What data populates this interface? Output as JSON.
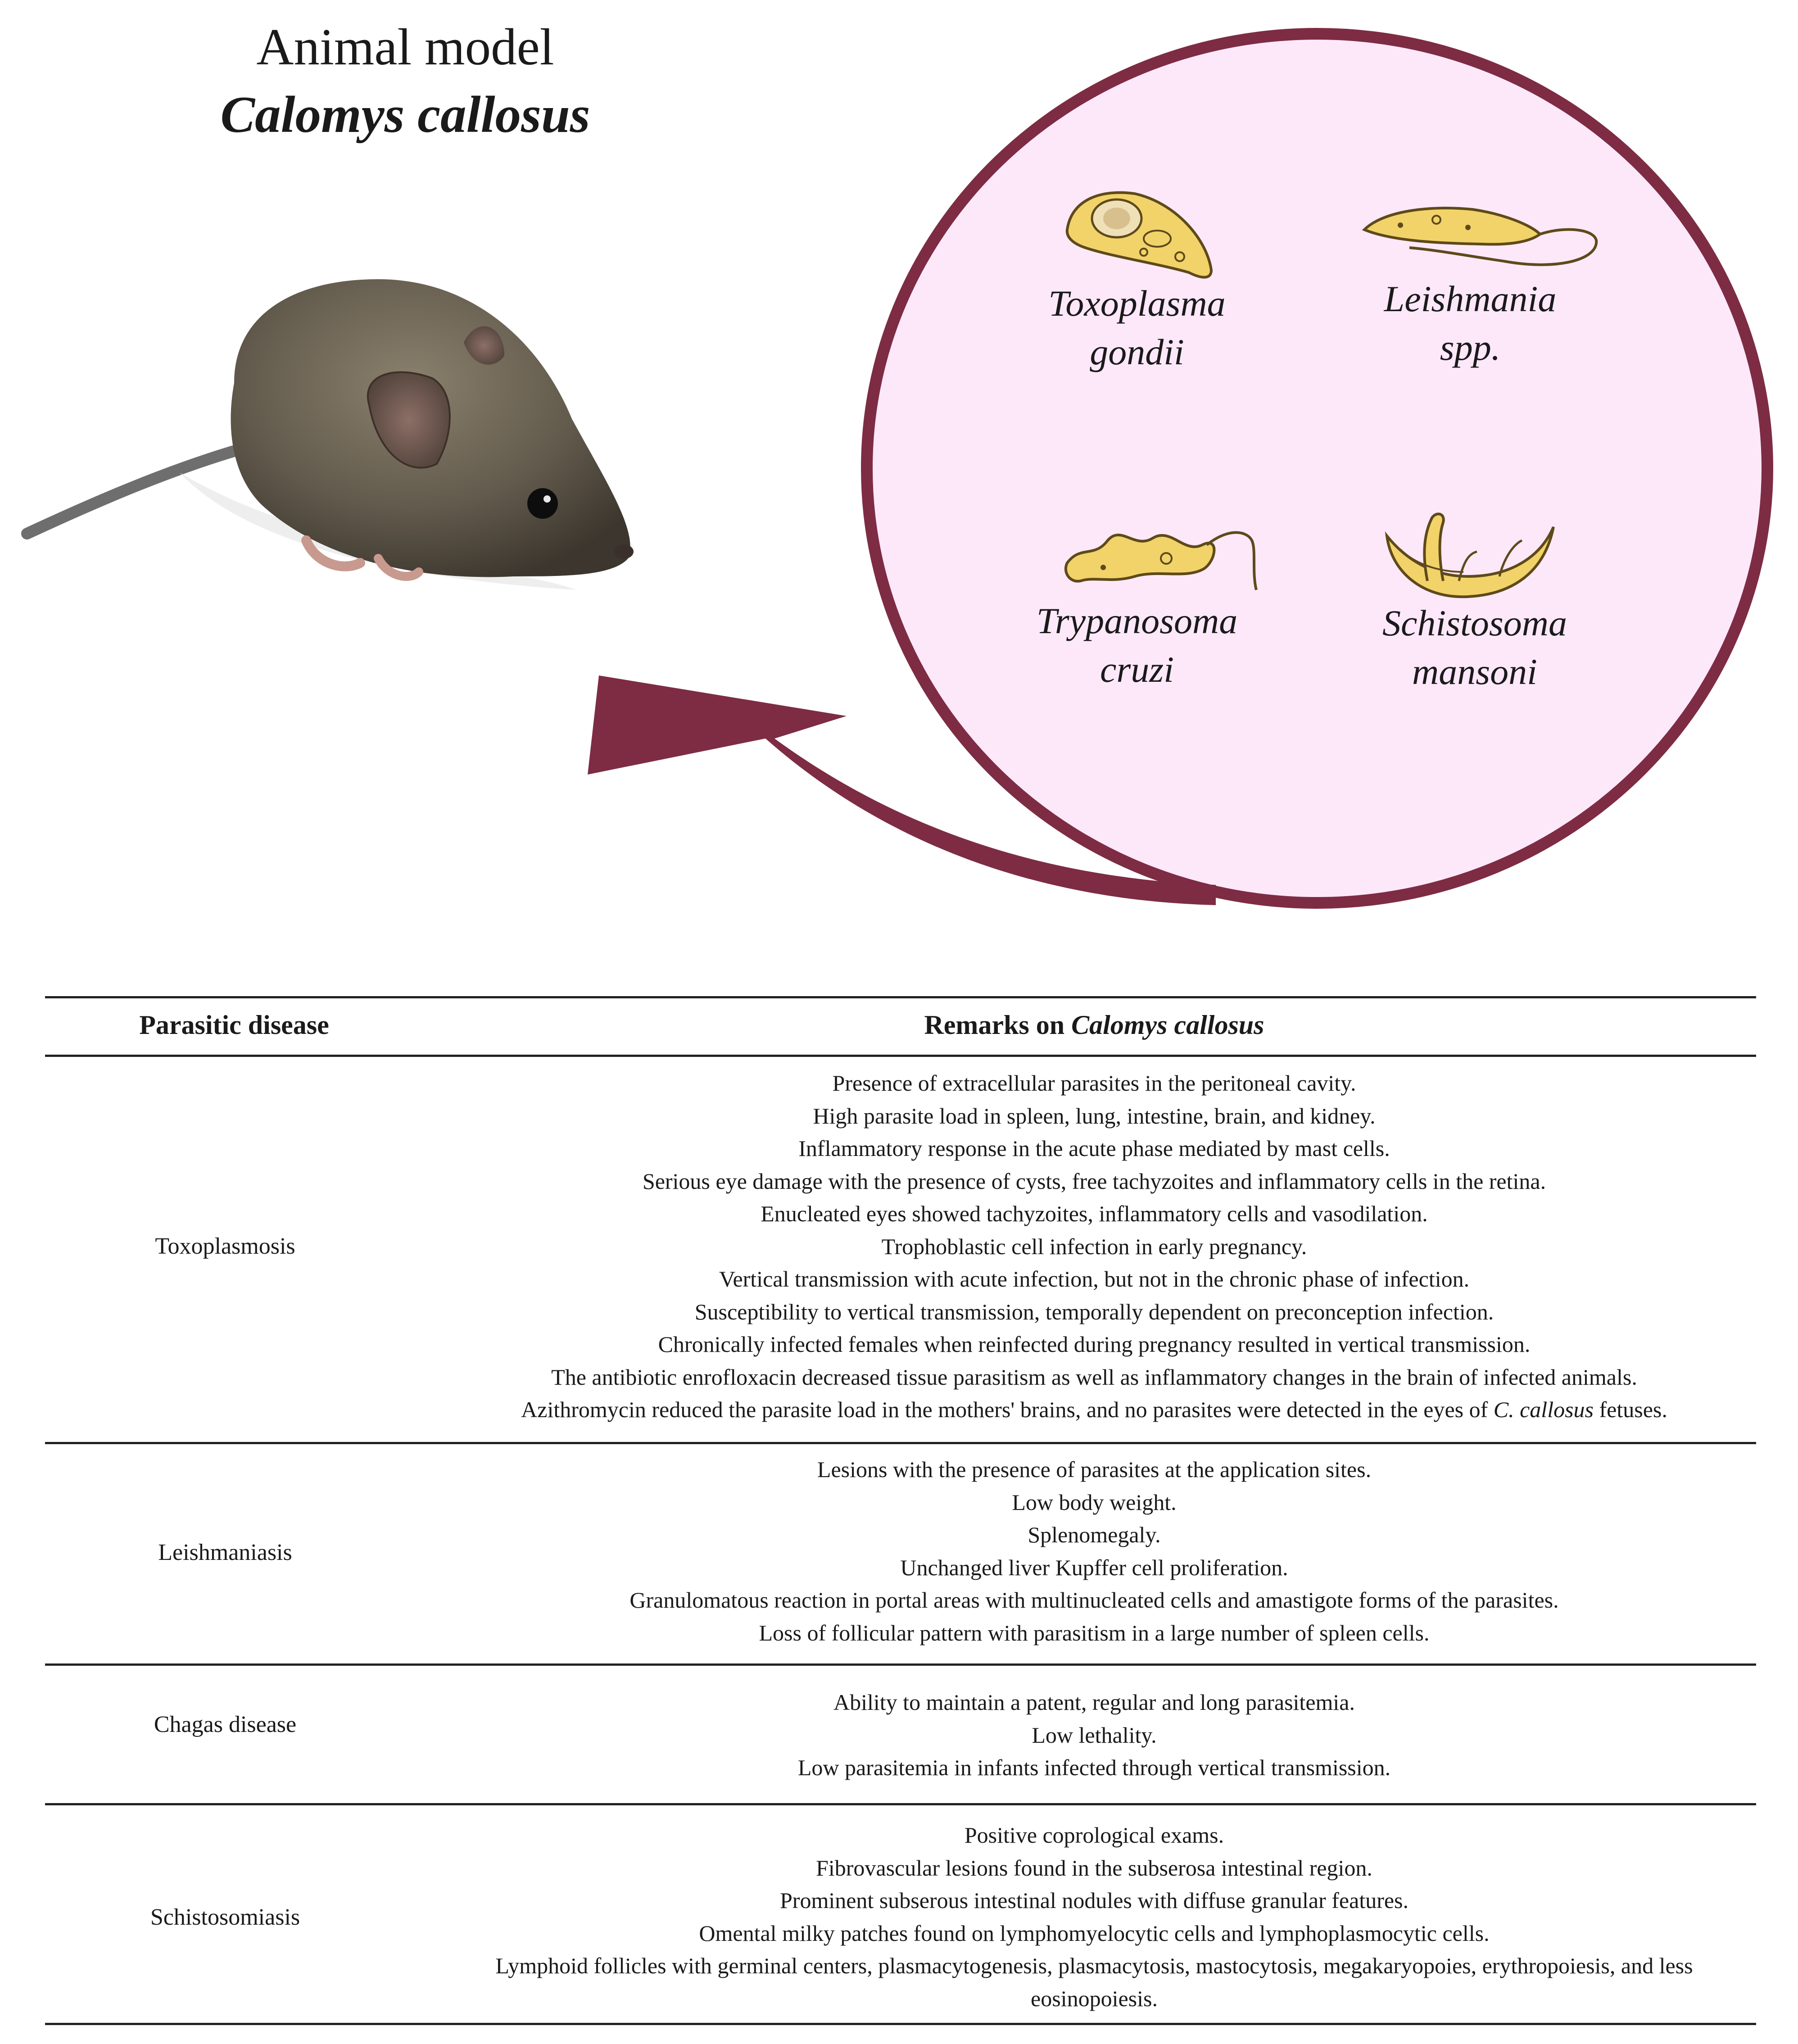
{
  "figure": {
    "title": "Animal model",
    "species": "Calomys callosus",
    "colors": {
      "accent": "#7d2c44",
      "circle_fill": "#fde8fa",
      "parasite_fill": "#f2d36a",
      "parasite_stroke": "#5e4a1a",
      "mouse_fur": "#6b6254"
    },
    "parasites": [
      {
        "name_line1": "Toxoplasma",
        "name_line2": "gondii",
        "icon": "toxoplasma-icon"
      },
      {
        "name_line1": "Leishmania",
        "name_line2": "spp.",
        "icon": "leishmania-icon"
      },
      {
        "name_line1": "Trypanosoma",
        "name_line2": "cruzi",
        "icon": "trypanosoma-icon"
      },
      {
        "name_line1": "Schistosoma",
        "name_line2": "mansoni",
        "icon": "schistosoma-icon"
      }
    ]
  },
  "table": {
    "header": {
      "col1": "Parasitic disease",
      "col2_prefix": "Remarks on ",
      "col2_species": "Calomys callosus"
    },
    "rows": [
      {
        "disease": "Toxoplasmosis",
        "remarks": [
          "Presence of extracellular parasites in the peritoneal cavity.",
          "High parasite load in spleen, lung, intestine, brain, and kidney.",
          "Inflammatory response in the acute phase mediated by mast cells.",
          "Serious eye damage with the presence of cysts, free tachyzoites and inflammatory cells in the retina.",
          "Enucleated eyes showed tachyzoites, inflammatory cells and vasodilation.",
          "Trophoblastic cell infection in early pregnancy.",
          "Vertical transmission with acute infection, but not in the chronic phase of infection.",
          "Susceptibility to vertical transmission, temporally dependent on preconception infection.",
          "Chronically infected females when reinfected during pregnancy resulted in vertical transmission.",
          "The antibiotic enrofloxacin decreased tissue parasitism as well as inflammatory changes in the brain of infected animals."
        ],
        "last_remark": {
          "before": "Azithromycin reduced the parasite load in the mothers' brains, and no parasites were detected in the eyes of ",
          "italic": "C. callosus",
          "after": " fetuses."
        }
      },
      {
        "disease": "Leishmaniasis",
        "remarks": [
          "Lesions with the presence of parasites at the application sites.",
          "Low body weight.",
          "Splenomegaly.",
          "Unchanged liver Kupffer cell proliferation.",
          "Granulomatous reaction in portal areas with multinucleated cells and amastigote forms of the parasites.",
          "Loss of follicular pattern with parasitism in a large number of spleen cells."
        ]
      },
      {
        "disease": "Chagas disease",
        "remarks": [
          "Ability to maintain a patent, regular and long parasitemia.",
          "Low lethality.",
          "Low parasitemia in infants infected through vertical transmission."
        ]
      },
      {
        "disease": "Schistosomiasis",
        "remarks": [
          "Positive coprological exams.",
          "Fibrovascular lesions found in the subserosa intestinal region.",
          "Prominent subserous intestinal nodules with diffuse granular features.",
          "Omental milky patches found on lymphomyelocytic cells and lymphoplasmocytic cells.",
          "Lymphoid follicles with germinal centers, plasmacytogenesis, plasmacytosis, mastocytosis, megakaryopoies, erythropoiesis, and less",
          "eosinopoiesis."
        ]
      }
    ]
  }
}
